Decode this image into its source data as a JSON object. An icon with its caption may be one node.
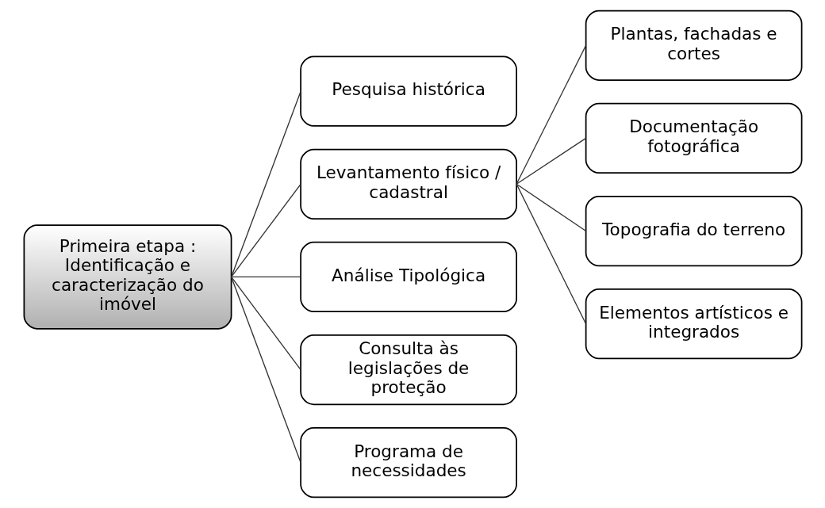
{
  "diagram": {
    "nodes": [
      {
        "text": [
          "Primeira etapa : Identificação e caracterização do imóvel"
        ]
      },
      {
        "text": [
          "Pesquisa histórica"
        ]
      },
      {
        "text": [
          "Levantamento físico / cadastral"
        ]
      },
      {
        "text": [
          "Análise Tipológica"
        ]
      },
      {
        "text": [
          "Consulta às legislações de proteção"
        ]
      },
      {
        "text": [
          "Programa de necessidades"
        ]
      },
      {
        "text": [
          "Plantas, fachadas e cortes"
        ]
      },
      {
        "text": [
          "Documentação fotográfica"
        ]
      },
      {
        "text": [
          "Topografia do terreno"
        ]
      },
      {
        "text": [
          "Elementos artísticos e integrados"
        ]
      }
    ],
    "edges": [
      {
        "from": 0,
        "to": 1,
        "arrow": "none"
      },
      {
        "from": 0,
        "to": 2,
        "arrow": "none"
      },
      {
        "from": 0,
        "to": 3,
        "arrow": "none"
      },
      {
        "from": 0,
        "to": 4,
        "arrow": "none"
      },
      {
        "from": 0,
        "to": 5,
        "arrow": "none"
      },
      {
        "from": 2,
        "to": 6,
        "arrow": "none"
      },
      {
        "from": 2,
        "to": 7,
        "arrow": "none"
      },
      {
        "from": 2,
        "to": 8,
        "arrow": "none"
      },
      {
        "from": 2,
        "to": 9,
        "arrow": "none"
      }
    ]
  }
}
